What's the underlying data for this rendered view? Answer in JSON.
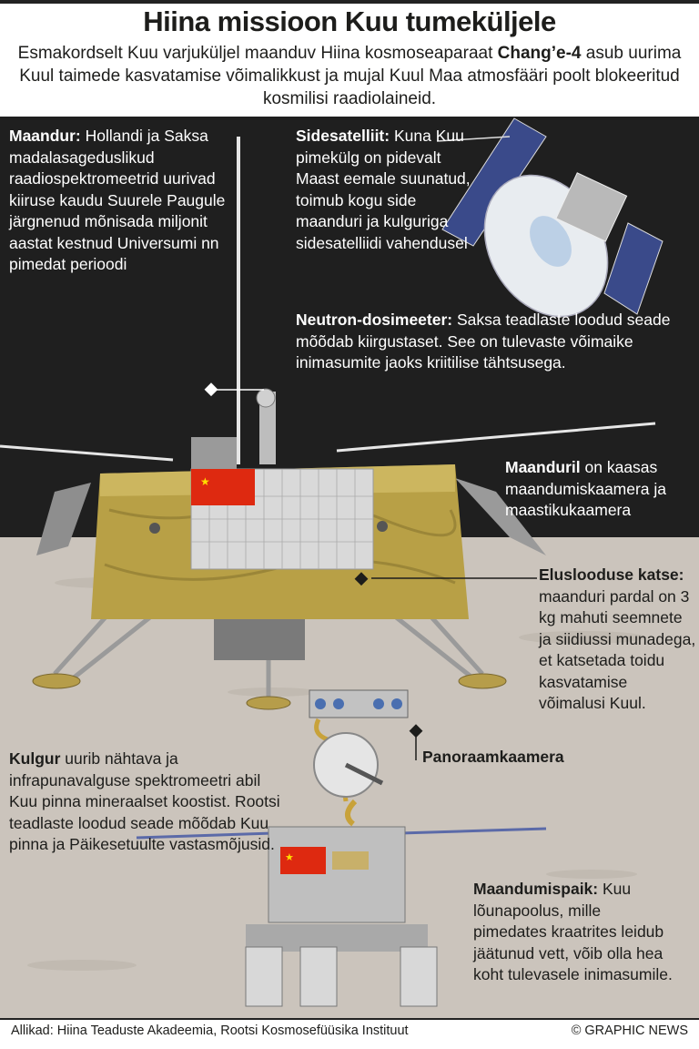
{
  "title": "Hiina missioon Kuu tumeküljele",
  "intro": {
    "before": "Esmakordselt Kuu varjuküljel maanduv Hiina kosmoseaparaat ",
    "bold": "Chang’e-4",
    "after": " asub uurima Kuul taimede kasvatamise võimalikkust ja mujal Kuul Maa atmosfääri poolt blokeeritud kosmilisi raadiolaineid."
  },
  "labels": {
    "maandur": {
      "head": "Maandur:",
      "text": " Hollandi ja Saksa madalasageduslikud raadiospektromeetrid uurivad kiiruse kaudu Suurele Paugule järgnenud mõnisada miljonit aastat kestnud Universumi nn pimedat perioodi"
    },
    "sidesatelliit": {
      "head": "Sidesatelliit:",
      "text": " Kuna Kuu pimekülg on pidevalt Maast eemale suunatud, toimub kogu side maanduri ja kulguriga sidesatelliidi vahendusel"
    },
    "neutron": {
      "head": "Neutron-dosimeeter:",
      "text": " Saksa teadlaste loodud seade mõõdab kiirgustaset. See on tulevaste võimaike inimasumite jaoks kriitilise tähtsusega."
    },
    "kaamerad": {
      "head": "Maanduril",
      "text": " on kaasas maandumiskaamera ja maastikukaamera"
    },
    "elusloodus": {
      "head": "Elusloodusе katse:",
      "text": " maanduri pardal on 3 kg mahuti seemnete ja siidiussi munadega, et katsetada toidu kasvatamise võimalusi Kuul."
    },
    "panoraam": {
      "head": "Panoraamkaamera",
      "text": ""
    },
    "kulgur": {
      "head": "Kulgur",
      "text": " uurib nähtava ja infrapunavalguse spektromeetri abil Kuu pinna mineraalset koostist. Rootsi teadlaste loodud seade mõõdab Kuu pinna ja Päikesetuulte vastasmõjusid."
    },
    "maandumispaik": {
      "head": "Maandumispaik:",
      "text": " Kuu lõunapoolus, mille pimedates kraatrites leidub jäätunud vett, võib olla hea koht tulevasele inimasumile."
    }
  },
  "footer": {
    "source": "Allikad: Hiina Teaduste Akadeemia, Rootsi Kosmosefüüsika Instituut",
    "credit": "© GRAPHIC NEWS"
  },
  "colors": {
    "space": "#1f1f1f",
    "ground": "#cbc4bc",
    "gold": "#b8a046",
    "flag": "#de2910"
  }
}
